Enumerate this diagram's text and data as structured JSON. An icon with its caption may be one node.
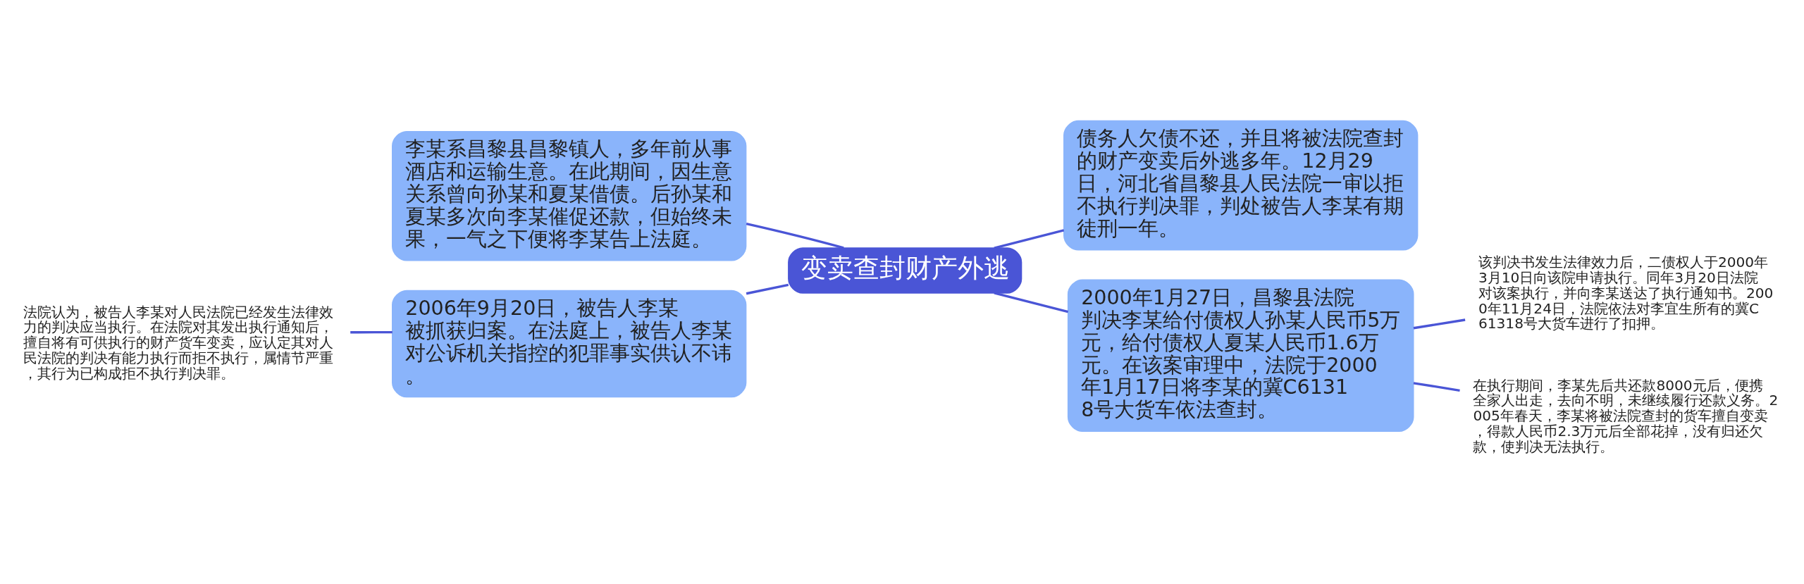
{
  "diagram": {
    "nodes": [
      {
        "text": [
          "变卖查封财产外逃"
        ]
      },
      {
        "text": [
          "李某系昌黎县昌黎镇人，多年前从事酒店和运输生意。在此期间，因生意关系曾向孙某和夏某借债。后孙某和夏某多次向李某催促还款，但始终未果，一气之下便将李某告上法庭。"
        ]
      },
      {
        "text": [
          "2006年9月20日，被告人李某被抓获归案。在法庭上，被告人李某对公诉机关指控的犯罪事实供认不讳。"
        ]
      },
      {
        "text": [
          "法院认为，被告人李某对人民法院已经发生法律效力的判决应当执行。在法院对其发出执行通知后，擅自将有可供执行的财产货车变卖，应认定其对人民法院的判决有能力执行而拒不执行，属情节严重，其行为已构成拒不执行判决罪。"
        ]
      },
      {
        "text": [
          "债务人欠债不还，并且将被法院查封的财产变卖后外逃多年。12月29日，河北省昌黎县人民法院一审以拒不执行判决罪，判处被告人李某有期徒刑一年。"
        ]
      },
      {
        "text": [
          "2000年1月27日，昌黎县法院判决李某给付债权人孙某人民币5万元，给付债权人夏某人民币1.6万元。在该案审理中，法院于2000年1月17日将李某的冀C61318号大货车依法查封。"
        ]
      },
      {
        "text": [
          "该判决书发生法律效力后，二债权人于2000年3月10日向该院申请执行。同年3月20日法院对该案执行，并向李某送达了执行通知书。2000年11月24日，法院依法对李宜生所有的冀C61318号大货车进行了扣押。"
        ]
      },
      {
        "text": [
          "在执行期间，李某先后共还款8000元后，便携全家人出走，去向不明，未继续履行还款义务。2005年春天，李某将被法院查封的货车擅自变卖，得款人民币2.3万元后全部花掉，没有归还欠款，使判决无法执行。"
        ]
      }
    ],
    "edges": [
      {
        "from": 0,
        "to": 1,
        "arrow": "none"
      },
      {
        "from": 0,
        "to": 2,
        "arrow": "none"
      },
      {
        "from": 2,
        "to": 3,
        "arrow": "none"
      },
      {
        "from": 0,
        "to": 4,
        "arrow": "none"
      },
      {
        "from": 0,
        "to": 5,
        "arrow": "none"
      },
      {
        "from": 5,
        "to": 6,
        "arrow": "none"
      },
      {
        "from": 5,
        "to": 7,
        "arrow": "none"
      }
    ]
  }
}
